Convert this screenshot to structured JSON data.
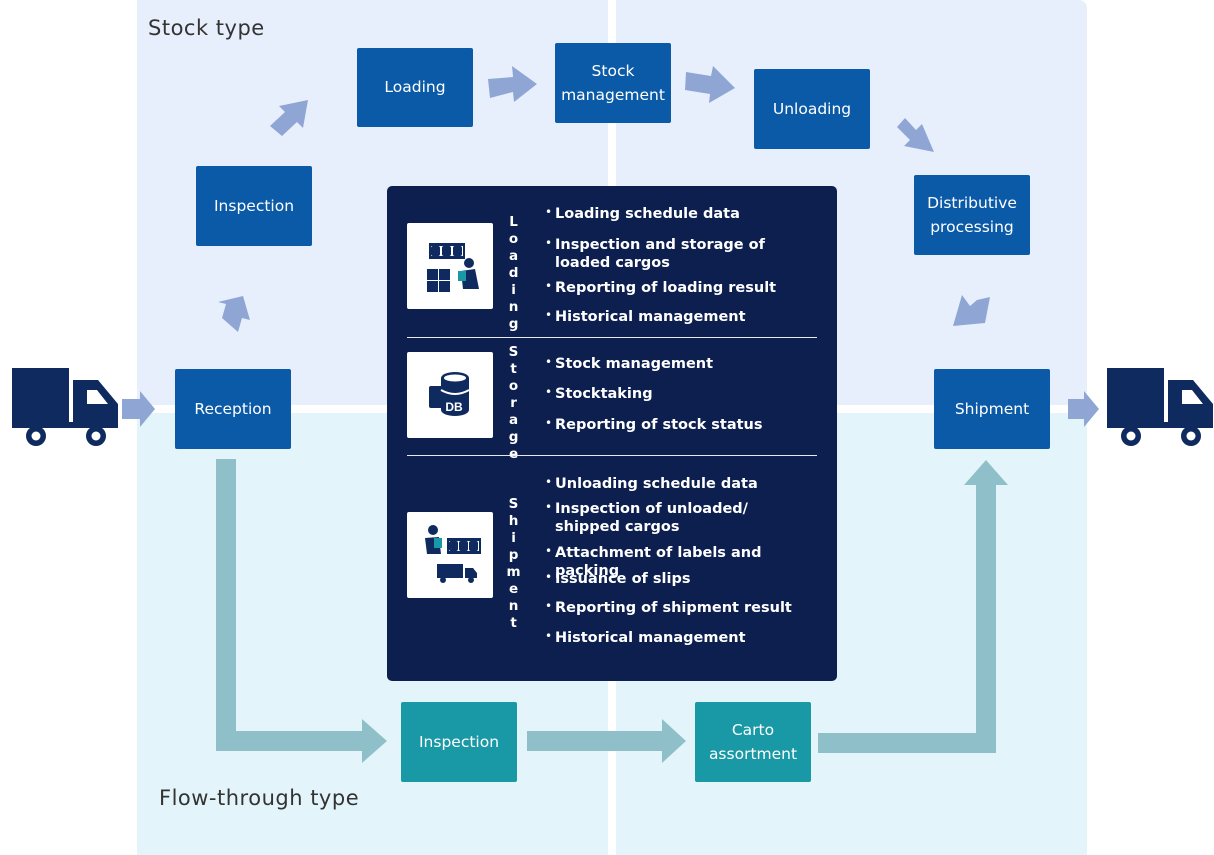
{
  "zones": {
    "stock_label": "Stock type",
    "flow_label": "Flow-through type"
  },
  "colors": {
    "stock_zone": "#e8effc",
    "flow_zone": "#e3f5fa",
    "box_blue": "#0a5aa8",
    "box_teal": "#1999a6",
    "panel": "#0c1f4f",
    "arrow_blue": "#8fa6d4",
    "arrow_teal": "#8fc0c9",
    "truck": "#0f2a5e"
  },
  "stock_flow": {
    "reception": "Reception",
    "inspection": "Inspection",
    "loading": "Loading",
    "stock_management": "Stock\nmanagement",
    "unloading": "Unloading",
    "distributive_processing": "Distributive\nprocessing",
    "shipment": "Shipment"
  },
  "through_flow": {
    "inspection": "Inspection",
    "carto_assortment": "Carto\nassortment"
  },
  "panel": {
    "loading": {
      "title": "Loading",
      "icon": "loading-worker-icon",
      "items": [
        "Loading schedule data",
        "Inspection and storage of\nloaded cargos",
        "Reporting of loading result",
        "Historical management"
      ]
    },
    "storage": {
      "title": "Storage",
      "icon": "database-icon",
      "icon_text": "DB",
      "items": [
        "Stock management",
        "Stocktaking",
        "Reporting of stock status"
      ]
    },
    "shipment": {
      "title": "Shipment",
      "icon": "shipment-worker-icon",
      "items": [
        "Unloading schedule data",
        "Inspection of unloaded/\nshipped cargos",
        "Attachment of labels and packing",
        "Issuance of slips",
        "Reporting of shipment result",
        "Historical management"
      ]
    }
  }
}
